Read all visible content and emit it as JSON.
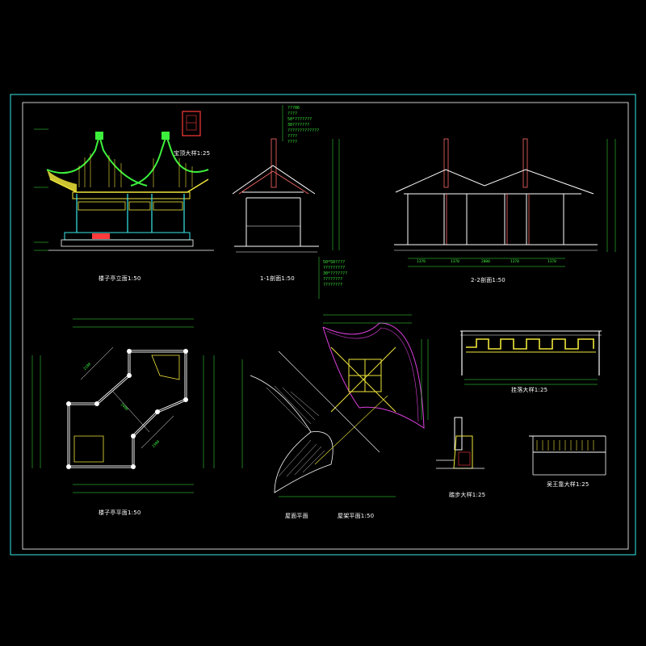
{
  "titles": {
    "elevation": "楼子亭立面1:50",
    "section11": "1-1剖面1:50",
    "section22": "2-2剖面1:50",
    "plan": "楼子亭平面1:50",
    "roof_plan": "屋面平面",
    "roof_frame": "屋架平面1:50",
    "finial": "宝顶大样1:25",
    "railing": "挂落大样1:25",
    "step": "踏步大样1:25",
    "bench": "吴王靠大样1:25"
  },
  "plan_marks": {
    "label_2100": "2100",
    "label_2400": "2400",
    "label_2300": "2300"
  },
  "notes_section11": [
    "???06",
    "????",
    "50*???????",
    "30???????",
    "?????????????",
    "????",
    "????"
  ],
  "notes_section11_lower": [
    "50*50????",
    "?????????",
    "30*???????",
    "????????",
    "????????"
  ],
  "dims_22": [
    "1370",
    "1370",
    "2000",
    "1370",
    "1370"
  ],
  "colors": {
    "frame": "#3df03d",
    "cyan": "#38e8e8",
    "yellow": "#f0e63a",
    "magenta": "#e040e0",
    "white": "#ffffff",
    "red": "#ff3b3b"
  }
}
